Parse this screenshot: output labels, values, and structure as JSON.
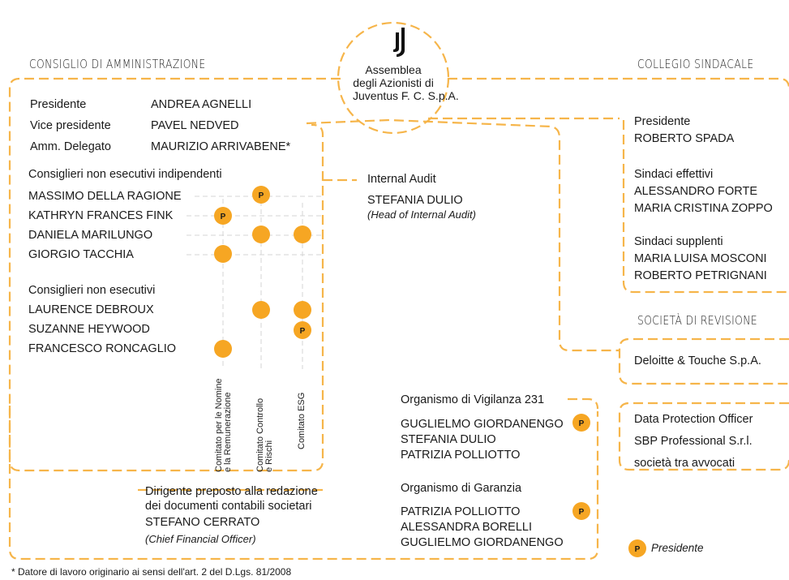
{
  "accent_color": "#f6a623",
  "dash_color": "#f6b54a",
  "logo_icon": "juventus-logo",
  "assembly": {
    "line1": "Assemblea",
    "line2": "degli Azionisti di",
    "line3": "Juventus F. C. S.p.A."
  },
  "board": {
    "heading": "CONSIGLIO DI AMMINISTRAZIONE",
    "roles": [
      {
        "title": "Presidente",
        "name": "ANDREA AGNELLI"
      },
      {
        "title": "Vice presidente",
        "name": "PAVEL NEDVED"
      },
      {
        "title": "Amm. Delegato",
        "name": "MAURIZIO ARRIVABENE*"
      }
    ],
    "independent_heading": "Consiglieri non esecutivi indipendenti",
    "independent": [
      "MASSIMO DELLA RAGIONE",
      "KATHRYN FRANCES FINK",
      "DANIELA MARILUNGO",
      "GIORGIO TACCHIA"
    ],
    "nonexec_heading": "Consiglieri non esecutivi",
    "nonexec": [
      "LAURENCE DEBROUX",
      "SUZANNE HEYWOOD",
      "FRANCESCO RONCAGLIO"
    ],
    "committees": [
      {
        "line1": "Comitato per le Nomine",
        "line2": "e la Remunerazione"
      },
      {
        "line1": "Comitato Controllo",
        "line2": "e Rischi"
      },
      {
        "line1": "Comitato ESG",
        "line2": ""
      }
    ]
  },
  "badge_letter": "P",
  "internal_audit": {
    "title": "Internal Audit",
    "name": "STEFANIA DULIO",
    "role": "(Head of Internal Audit)"
  },
  "statutory": {
    "heading": "COLLEGIO SINDACALE",
    "president_label": "Presidente",
    "president": "ROBERTO SPADA",
    "effective_label": "Sindaci effettivi",
    "effective": [
      "ALESSANDRO FORTE",
      "MARIA CRISTINA ZOPPO"
    ],
    "alternate_label": "Sindaci supplenti",
    "alternate": [
      "MARIA LUISA MOSCONI",
      "ROBERTO PETRIGNANI"
    ]
  },
  "auditing": {
    "heading": "SOCIETÀ DI REVISIONE",
    "firm": "Deloitte & Touche S.p.A."
  },
  "dpo": {
    "title": "Data Protection Officer",
    "firm": "SBP Professional S.r.l.",
    "note": "società tra avvocati"
  },
  "vigilance": {
    "title": "Organismo di Vigilanza 231",
    "members": [
      "GUGLIELMO GIORDANENGO",
      "STEFANIA DULIO",
      "PATRIZIA POLLIOTTO"
    ]
  },
  "guarantee": {
    "title": "Organismo di Garanzia",
    "members": [
      "PATRIZIA POLLIOTTO",
      "ALESSANDRA BORELLI",
      "GUGLIELMO GIORDANENGO"
    ]
  },
  "manager": {
    "line1": "Dirigente preposto alla redazione",
    "line2": "dei documenti contabili societari",
    "name": "STEFANO CERRATO",
    "role": "(Chief Financial Officer)"
  },
  "legend": {
    "label": "Presidente"
  },
  "footnote": "* Datore di lavoro originario ai sensi dell'art. 2 del D.Lgs. 81/2008"
}
